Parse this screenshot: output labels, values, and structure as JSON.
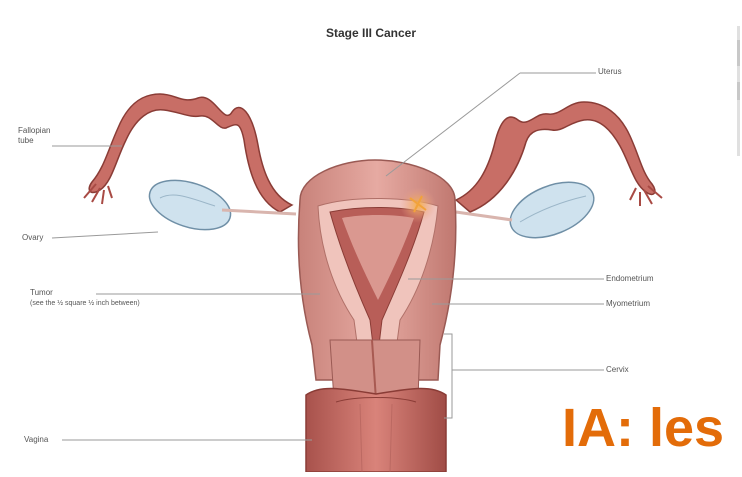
{
  "figure": {
    "title": "Stage III Cancer",
    "labels": {
      "uterus": "Uterus",
      "fallopian_tube": "Fallopian\ntube",
      "ovary": "Ovary",
      "tumor": "Tumor",
      "tumor_note": "(see the ½ square ½ inch between)",
      "endometrium": "Endometrium",
      "myometrium": "Myometrium",
      "cervix": "Cervix",
      "vagina": "Vagina"
    }
  },
  "overlay": {
    "text": "IA: les",
    "color": "#e36c09"
  },
  "colors": {
    "tissue": "#d9958e",
    "tissue_dark": "#a85a52",
    "ovary": "#cfe2ee",
    "tumor": "#f0a040"
  }
}
